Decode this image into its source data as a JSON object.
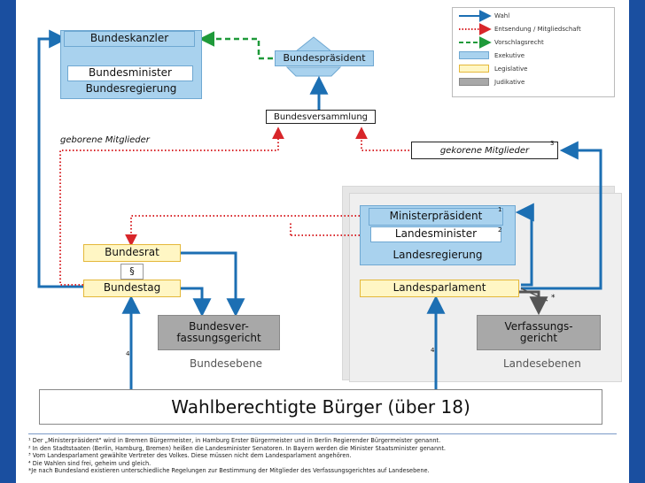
{
  "legend": {
    "wahl": "Wahl",
    "entsendung": "Entsendung / Mitgliedschaft",
    "vorschlag": "Vorschlagsrecht",
    "exekutive": "Exekutive",
    "legislative": "Legislative",
    "judikative": "Judikative"
  },
  "bund": {
    "kanzler": "Bundeskanzler",
    "minister": "Bundesminister",
    "regierung": "Bundesregierung",
    "praesident": "Bundespräsident",
    "versammlung": "Bundesversammlung",
    "geborene": "geborene Mitglieder",
    "gekorene": "gekorene Mitglieder",
    "gekorene_fn": "3",
    "rat": "Bundesrat",
    "paragraph": "§",
    "tag": "Bundestag",
    "gericht_l1": "Bundesver-",
    "gericht_l2": "fassungsgericht",
    "ebene": "Bundesebene",
    "fn4": "4"
  },
  "land": {
    "mp": "Ministerpräsident",
    "mp_fn": "1",
    "minister": "Landesminister",
    "minister_fn": "2",
    "regierung": "Landesregierung",
    "parlament": "Landesparlament",
    "gericht_l1": "Verfassungs-",
    "gericht_l2": "gericht",
    "ebene": "Landesebenen",
    "fn4": "4",
    "fn_star": "*"
  },
  "buerger": "Wahlberechtigte Bürger (über 18)",
  "footnotes": [
    "¹ Der „Ministerpräsident\" wird in Bremen Bürgermeister, in Hamburg Erster Bürgermeister und in Berlin Regierender Bürgermeister genannt.",
    "² In den Stadtstaaten (Berlin, Hamburg, Bremen) heißen die Landesminister Senatoren. In Bayern werden die Minister Staatsminister genannt.",
    "³ Vom Landesparlament gewählte Vertreter des Volkes. Diese müssen nicht dem Landesparlament angehören.",
    "⁴ Die Wahlen sind frei, geheim und gleich.",
    "*Je nach Bundesland existieren unterschiedliche Regelungen zur Bestimmung der Mitglieder des Verfassungsgerichtes auf Landesebene."
  ],
  "colors": {
    "wahl": "#1c6fb3",
    "entsendung": "#d8262a",
    "vorschlag": "#1f9a3a",
    "exekutive": "#a9d2ee",
    "legislative": "#fff6c4",
    "judikative": "#a8a8a8",
    "frame": "#1a4fa0"
  }
}
